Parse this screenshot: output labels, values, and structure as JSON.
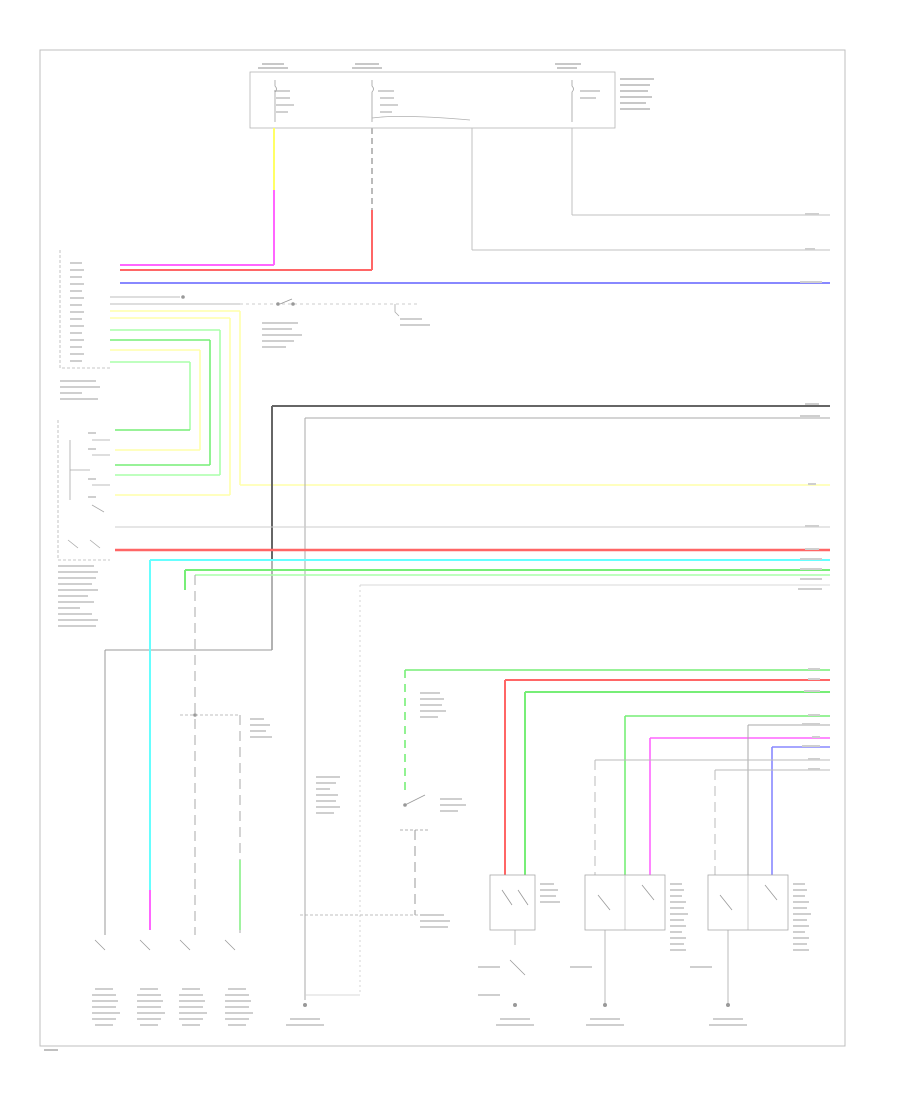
{
  "page_number": "",
  "colors": {
    "frame": "#bfbfbf",
    "wire_gray": "#bdbdbd",
    "wire_pink": "#ff66ff",
    "wire_red": "#ff6666",
    "wire_yellow": "#ffff88",
    "wire_green": "#77ee77",
    "wire_blue": "#8888ff",
    "wire_cyan": "#66ffff",
    "wire_dark": "#666666",
    "wire_light_green": "#aaffaa"
  },
  "components": [
    {
      "id": "fuse-box-top",
      "icon": "fuse-block-icon"
    },
    {
      "id": "control-unit-left",
      "icon": "module-icon"
    },
    {
      "id": "switch-assembly-left",
      "icon": "switch-icon"
    },
    {
      "id": "ground-switch-center",
      "icon": "switch-icon"
    },
    {
      "id": "relay-box-1",
      "icon": "relay-icon"
    },
    {
      "id": "relay-box-2",
      "icon": "relay-icon"
    },
    {
      "id": "relay-box-3",
      "icon": "relay-icon"
    },
    {
      "id": "ground-1",
      "icon": "ground-icon"
    },
    {
      "id": "ground-2",
      "icon": "ground-icon"
    },
    {
      "id": "ground-3",
      "icon": "ground-icon"
    },
    {
      "id": "ground-4",
      "icon": "ground-icon"
    }
  ]
}
